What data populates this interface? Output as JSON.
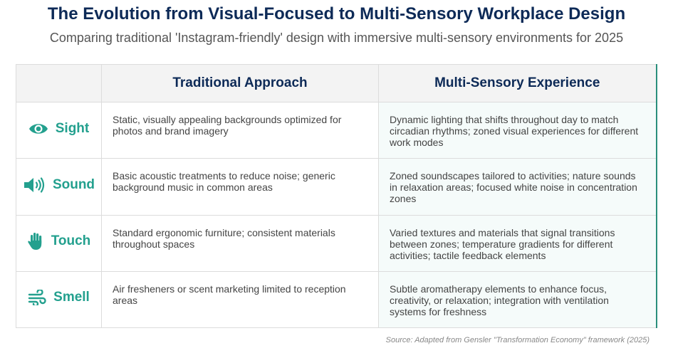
{
  "title": "The Evolution from Visual-Focused to Multi-Sensory Workplace Design",
  "subtitle": "Comparing traditional 'Instagram-friendly' design with immersive multi-sensory environments for 2025",
  "columns": {
    "traditional": "Traditional Approach",
    "multisensory": "Multi-Sensory Experience"
  },
  "accent_color": "#23a08e",
  "rows": [
    {
      "icon": "eye-icon",
      "sense": "Sight",
      "traditional": "Static, visually appealing backgrounds optimized for photos and brand imagery",
      "multisensory": "Dynamic lighting that shifts throughout day to match circadian rhythms; zoned visual experiences for different work modes"
    },
    {
      "icon": "speaker-icon",
      "sense": "Sound",
      "traditional": "Basic acoustic treatments to reduce noise; generic background music in common areas",
      "multisensory": "Zoned soundscapes tailored to activities; nature sounds in relaxation areas; focused white noise in concentration zones"
    },
    {
      "icon": "hand-icon",
      "sense": "Touch",
      "traditional": "Standard ergonomic furniture; consistent materials throughout spaces",
      "multisensory": "Varied textures and materials that signal transitions between zones; temperature gradients for different activities; tactile feedback elements"
    },
    {
      "icon": "wind-icon",
      "sense": "Smell",
      "traditional": "Air fresheners or scent marketing limited to reception areas",
      "multisensory": "Subtle aromatherapy elements to enhance focus, creativity, or relaxation; integration with ventilation systems for freshness"
    }
  ],
  "source": "Source: Adapted from Gensler \"Transformation Economy\" framework (2025)"
}
